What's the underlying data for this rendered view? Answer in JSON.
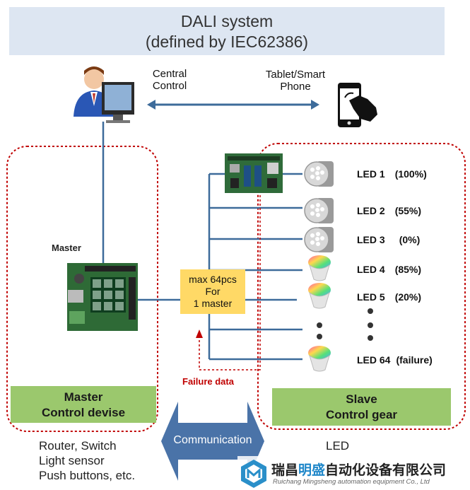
{
  "title": {
    "line1": "DALI system",
    "line2": "(defined by IEC62386)"
  },
  "top": {
    "central_control": [
      "Central",
      "Control"
    ],
    "tablet": [
      "Tablet/Smart",
      "Phone"
    ]
  },
  "master_label": "Master",
  "capacity_box": [
    "max 64pcs",
    "For",
    "1 master"
  ],
  "failure_data": "Failure data",
  "master_panel": [
    "Master",
    "Control devise"
  ],
  "slave_panel": [
    "Slave",
    "Control gear"
  ],
  "communication": "Communication",
  "master_devices": [
    "Router, Switch",
    "Light sensor",
    "Push buttons, etc."
  ],
  "slave_devices": [
    "LED"
  ],
  "leds": [
    {
      "name": "LED 1",
      "value": "(100%)",
      "type": "par"
    },
    {
      "name": "LED 2",
      "value": "(55%)",
      "type": "par"
    },
    {
      "name": "LED 3",
      "value": "(0%)",
      "type": "par"
    },
    {
      "name": "LED 4",
      "value": "(85%)",
      "type": "rgb"
    },
    {
      "name": "LED 5",
      "value": "(20%)",
      "type": "rgb"
    },
    {
      "name": "LED 64",
      "value": "(failure)",
      "type": "rgb"
    }
  ],
  "watermark": {
    "name_cn_1": "瑞昌",
    "name_cn_2": "明盛",
    "name_cn_3": "自动化设备有限公司",
    "name_en": "Ruichang Mingsheng automation equipment Co., Ltd"
  },
  "colors": {
    "title_bg": "#dde6f2",
    "green": "#9bc86d",
    "yellow": "#ffd966",
    "line": "#3d6b9a",
    "dotted_red": "#c00000",
    "arrow_blue": "#4a73a8"
  }
}
